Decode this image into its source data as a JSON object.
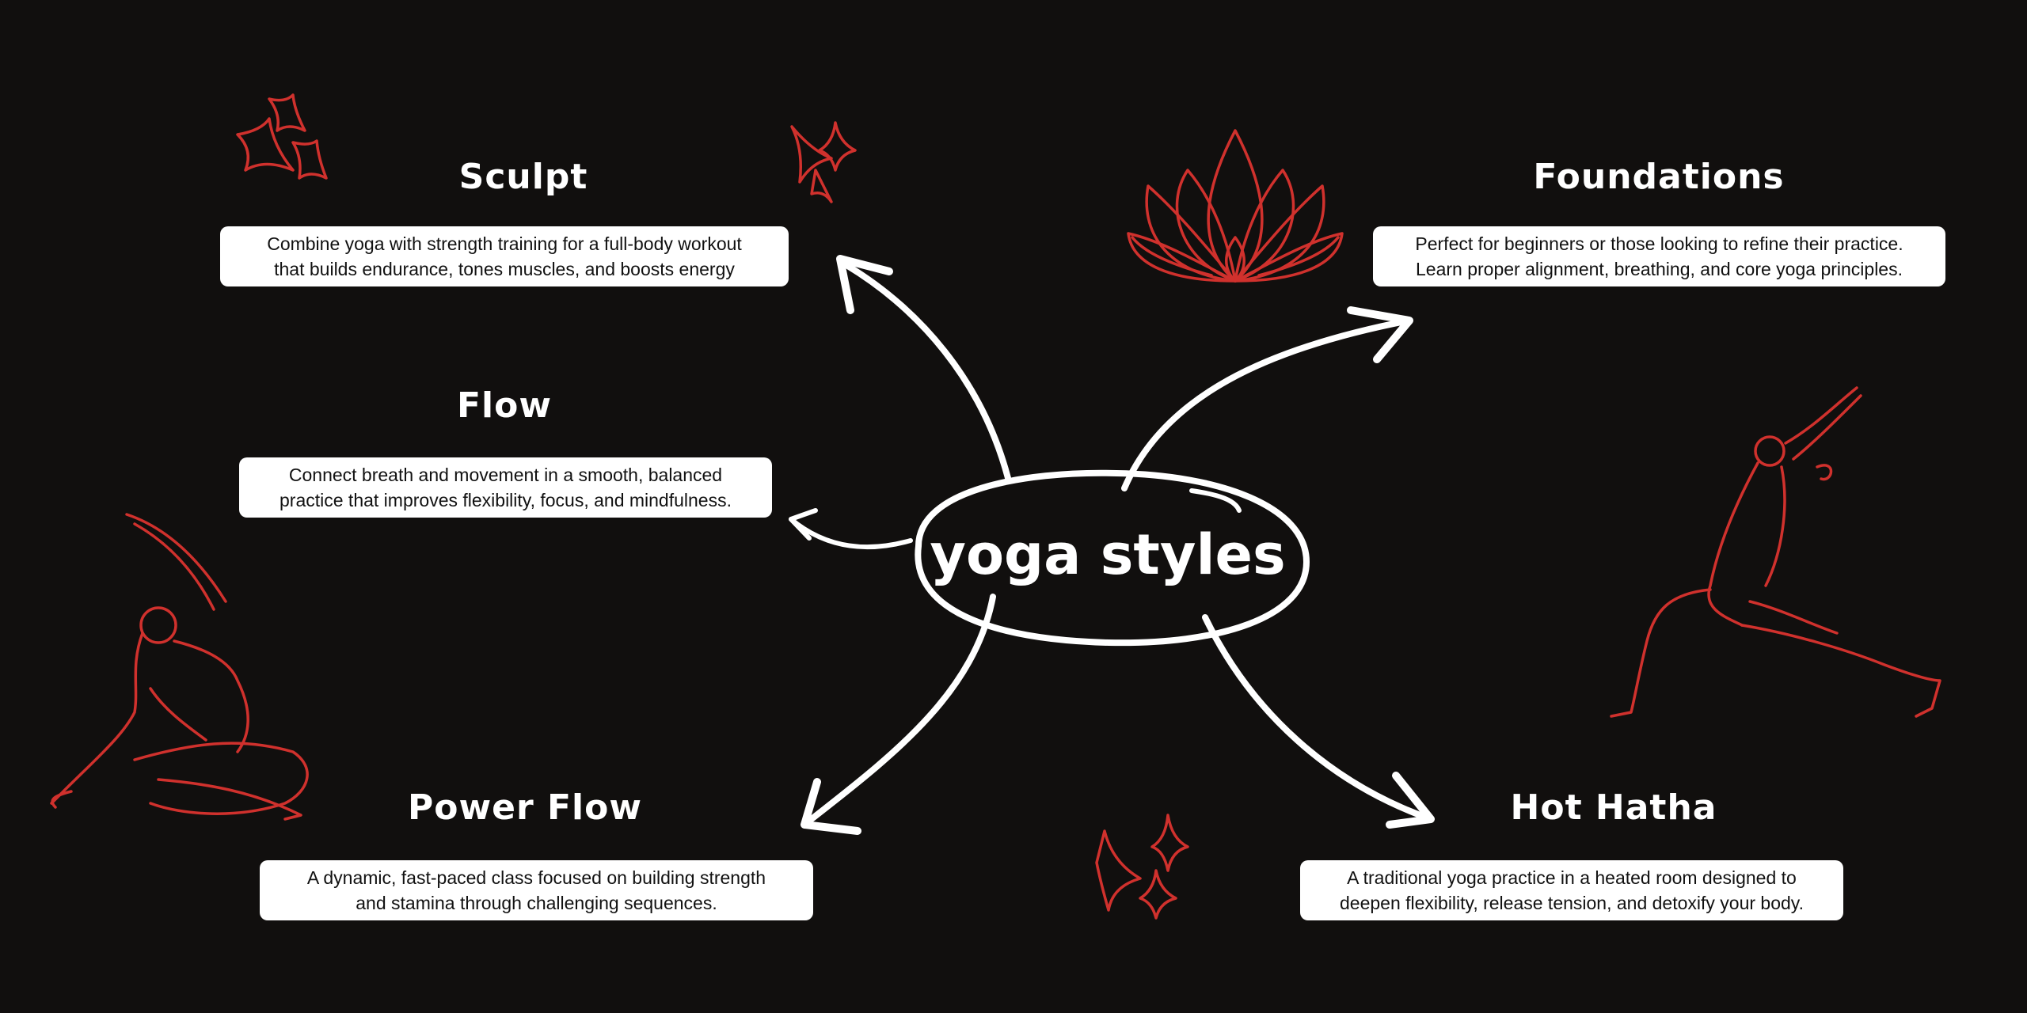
{
  "center": {
    "title": "yoga styles"
  },
  "colors": {
    "background": "#110f0e",
    "accent": "#d0312d",
    "text": "#ffffff"
  },
  "nodes": [
    {
      "title": "Sculpt",
      "lines": [
        "Combine yoga with strength training for a full-body workout",
        "that builds endurance, tones muscles, and boosts energy"
      ]
    },
    {
      "title": "Foundations",
      "lines": [
        "Perfect for beginners or those looking to refine their practice.",
        "Learn proper alignment, breathing, and core yoga principles."
      ]
    },
    {
      "title": "Flow",
      "lines": [
        "Connect breath and movement in a smooth, balanced",
        "practice that improves flexibility, focus, and mindfulness."
      ]
    },
    {
      "title": "Power Flow",
      "lines": [
        "A dynamic, fast-paced class focused on building strength",
        "and stamina through challenging sequences."
      ]
    },
    {
      "title": "Hot Hatha",
      "lines": [
        "A traditional yoga practice in a heated room designed to",
        "deepen flexibility, release tension, and detoxify your body."
      ]
    }
  ]
}
